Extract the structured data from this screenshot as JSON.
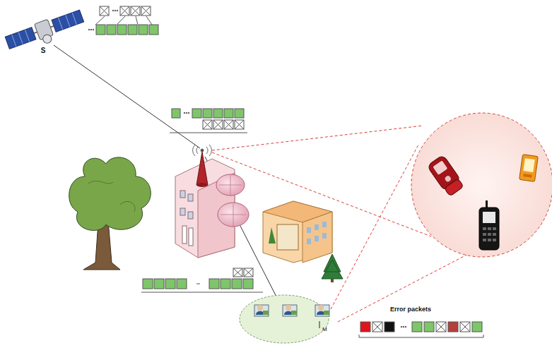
{
  "diagram": {
    "labels": [
      "S",
      "Error packets",
      "M"
    ]
  }
}
